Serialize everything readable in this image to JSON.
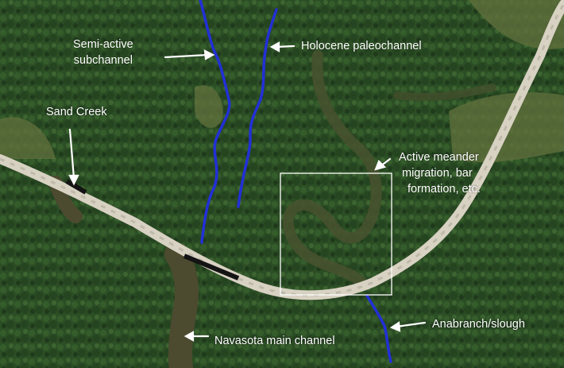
{
  "colors": {
    "forest_dark": "#1f3a1c",
    "forest": "#2f5426",
    "field": "#5b6e3a",
    "water": "#4b4a30",
    "road": "#d9d4c6",
    "channel_overlay": "#1f2fd8",
    "label": "#ffffff",
    "box": "#ffffff"
  },
  "labels": {
    "semi_active": [
      "Semi-active",
      "subchannel"
    ],
    "holocene": "Holocene paleochannel",
    "sand_creek": "Sand Creek",
    "meander": [
      "Active meander",
      "migration, bar",
      "formation, etc."
    ],
    "anabranch": "Anabranch/slough",
    "navasota": "Navasota main channel"
  }
}
